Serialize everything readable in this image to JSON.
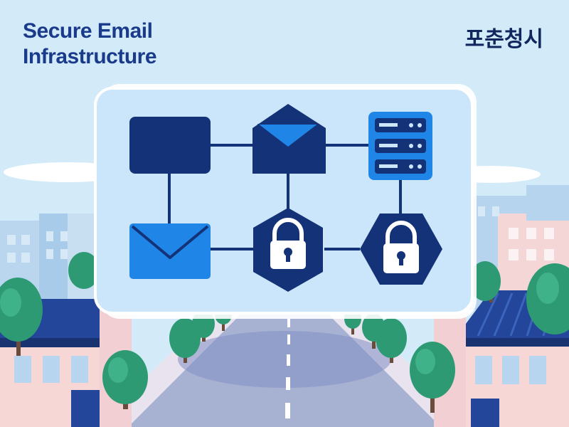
{
  "header": {
    "title_line1": "Secure Email",
    "title_line2": "Infrastructure",
    "brand": "포춘청시"
  },
  "colors": {
    "title": "#1a3a8c",
    "navy": "#143278",
    "accent_blue": "#1f86e8",
    "panel": "#cbe6fb",
    "sky": "#d3ebf8",
    "road": "#a7b2d3",
    "tree": "#2e9a74",
    "building_pink": "#f6d7d6",
    "building_blue": "#b7d5ef",
    "roof": "#23469a"
  },
  "diagram": {
    "nodes": [
      {
        "id": "block",
        "icon": "square-block-icon"
      },
      {
        "id": "envelope-open",
        "icon": "open-envelope-icon"
      },
      {
        "id": "server",
        "icon": "server-stack-icon"
      },
      {
        "id": "envelope",
        "icon": "envelope-icon"
      },
      {
        "id": "lock-1",
        "icon": "padlock-icon"
      },
      {
        "id": "lock-2",
        "icon": "padlock-icon"
      }
    ]
  }
}
